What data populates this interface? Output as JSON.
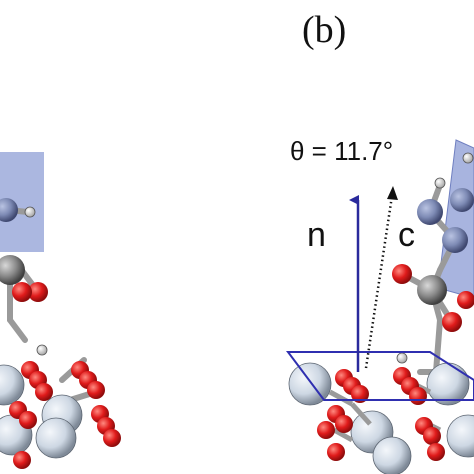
{
  "panel_label": "(b)",
  "angle_label": "θ = 11.7°",
  "vector_n_label": "n",
  "vector_c_label": "c",
  "colors": {
    "ring_plane": "#8f9fd6",
    "normal_vector": "#2a2a9c",
    "surface_plane": "#2f2fb0",
    "oxygen": "#d81c1c",
    "surface_atom": "#cdd7e3",
    "carbon": "#7d7d7d",
    "ring_atom": "#8390b8",
    "bond": "#9a9a9a"
  }
}
